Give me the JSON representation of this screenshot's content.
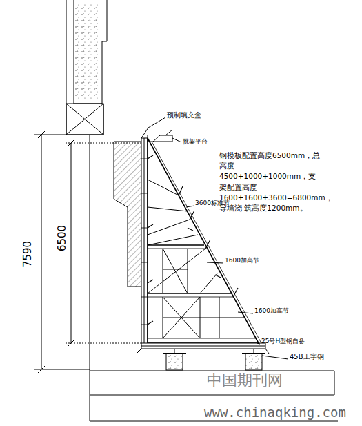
{
  "diagram": {
    "labels": [
      "预制填充盒",
      "挑架平台",
      "钢模板配置高度6500mm，总高度 4500+1000+1000mm，支架配置高度 1600+1600+3600=6800mm，导墙浇 筑高度1200mm。",
      "3600标准节",
      "1600加高节",
      "1600加高节",
      "25号H型钢自备",
      "45B工字钢",
      "7590",
      "6500",
      "中国期刊网",
      "www.chinaqking.com"
    ]
  }
}
